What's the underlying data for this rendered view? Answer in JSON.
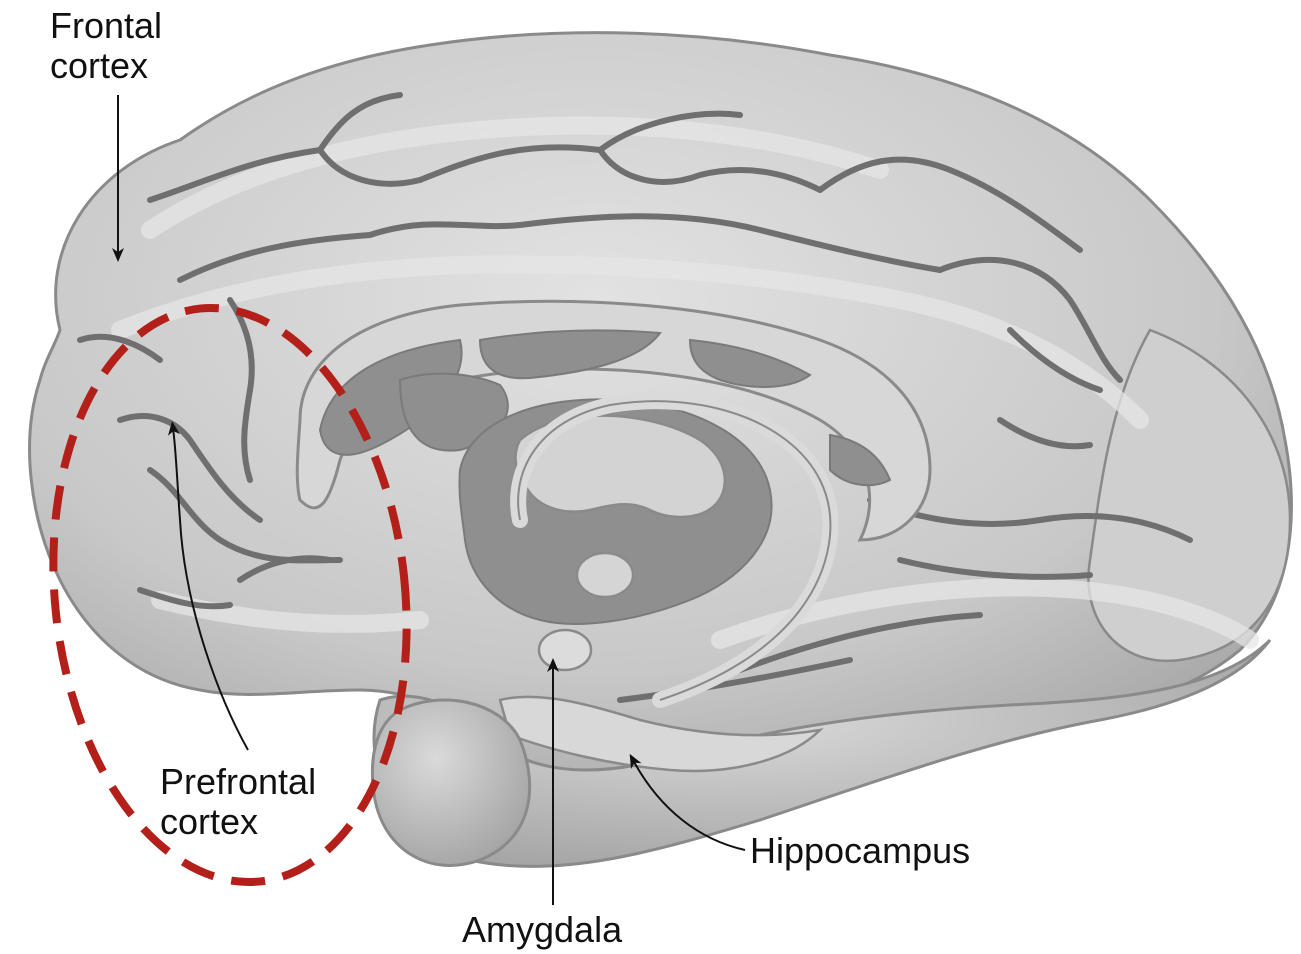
{
  "labels": {
    "frontal_cortex": [
      "Frontal",
      "cortex"
    ],
    "prefrontal_cortex": [
      "Prefrontal",
      "cortex"
    ],
    "hippocampus": "Hippocampus",
    "amygdala": "Amygdala"
  },
  "colors": {
    "highlight_dash": "#b3201a",
    "brain_fill": "#c9c9c9",
    "brain_light": "#dcdcdc",
    "sulcus": "#6f6f6f",
    "ventricle": "#8f8f8f",
    "arrow": "#111111"
  },
  "highlight": "prefrontal-cortex-dashed-outline"
}
